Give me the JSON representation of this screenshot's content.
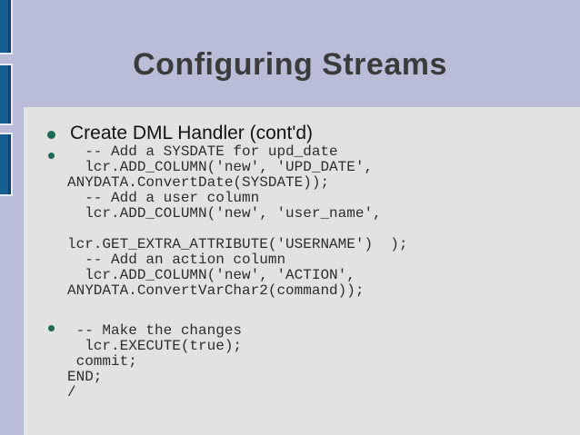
{
  "slide": {
    "title": "Configuring Streams",
    "bullet_heading": "Create DML Handler (cont'd)",
    "code_block_1": "  -- Add a SYSDATE for upd_date\n  lcr.ADD_COLUMN('new', 'UPD_DATE',\nANYDATA.ConvertDate(SYSDATE));\n  -- Add a user column\n  lcr.ADD_COLUMN('new', 'user_name',\n\nlcr.GET_EXTRA_ATTRIBUTE('USERNAME')  );\n  -- Add an action column\n  lcr.ADD_COLUMN('new', 'ACTION',\nANYDATA.ConvertVarChar2(command));",
    "code_block_2": " -- Make the changes\n  lcr.EXECUTE(true);\n commit;\nEND;\n/"
  },
  "colors": {
    "background": "#b9bdd7",
    "content_bg": "#e2e2e2",
    "bar_blue": "#165f90",
    "bar_edge": "#0f4469",
    "bar_outline": "#e8eaf2",
    "title_color": "#3b3b3b",
    "bullet_color": "#1c6a55",
    "heading_color": "#121212",
    "code_color": "#2d2d2d"
  }
}
